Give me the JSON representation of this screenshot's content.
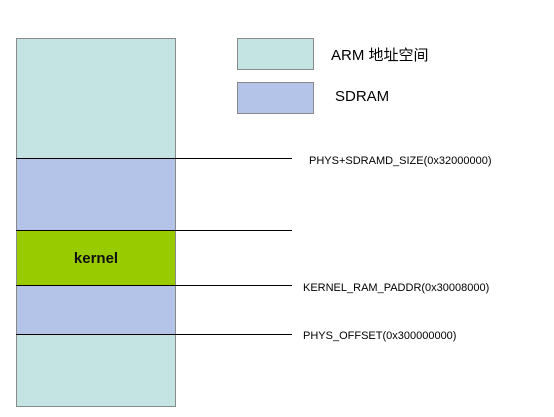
{
  "legend": {
    "arm_label": "ARM 地址空间",
    "sdram_label": "SDRAM",
    "arm_color": "#c4e4e4",
    "sdram_color": "#b4c4e8"
  },
  "regions": {
    "kernel_label": "kernel",
    "kernel_color": "#99cc00"
  },
  "addresses": {
    "phys_sdram_size": "PHYS+SDRAMD_SIZE(0x32000000)",
    "kernel_ram_paddr": "KERNEL_RAM_PADDR(0x30008000)",
    "phys_offset": "PHYS_OFFSET(0x300000000)"
  }
}
